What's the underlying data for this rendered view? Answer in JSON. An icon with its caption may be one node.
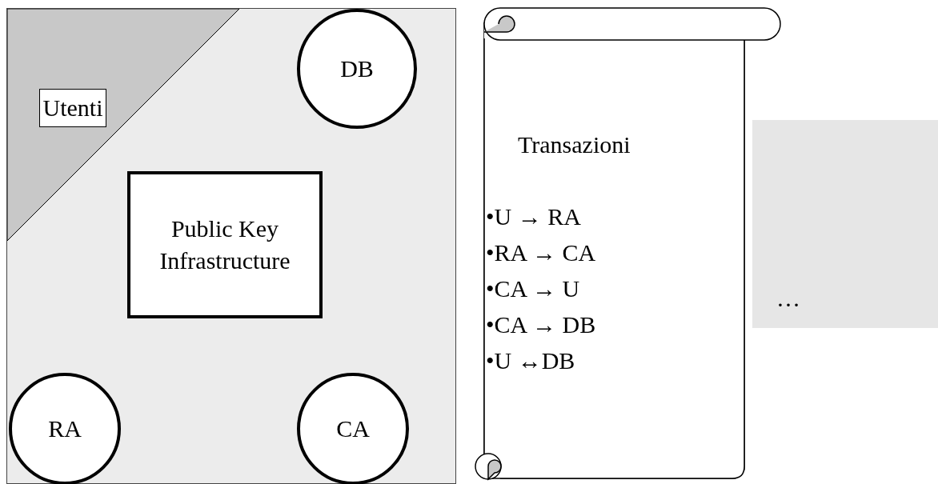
{
  "diagram": {
    "nodes": [
      {
        "text": [],
        "shape": "box"
      },
      {
        "text": [
          "Utenti"
        ],
        "in": 0
      },
      {
        "text": [
          "DB"
        ],
        "in": 0
      },
      {
        "text": [
          "Public Key Infrastructure"
        ],
        "in": 0
      },
      {
        "text": [
          "RA"
        ],
        "in": 0
      },
      {
        "text": [
          "CA"
        ],
        "in": 0
      },
      {
        "text": [
          "Transazioni",
          "•U → RA",
          "•RA → CA",
          "•CA → U",
          "•CA → DB",
          "•U ↔DB"
        ]
      },
      {
        "text": [
          "…"
        ]
      }
    ],
    "edges": []
  }
}
